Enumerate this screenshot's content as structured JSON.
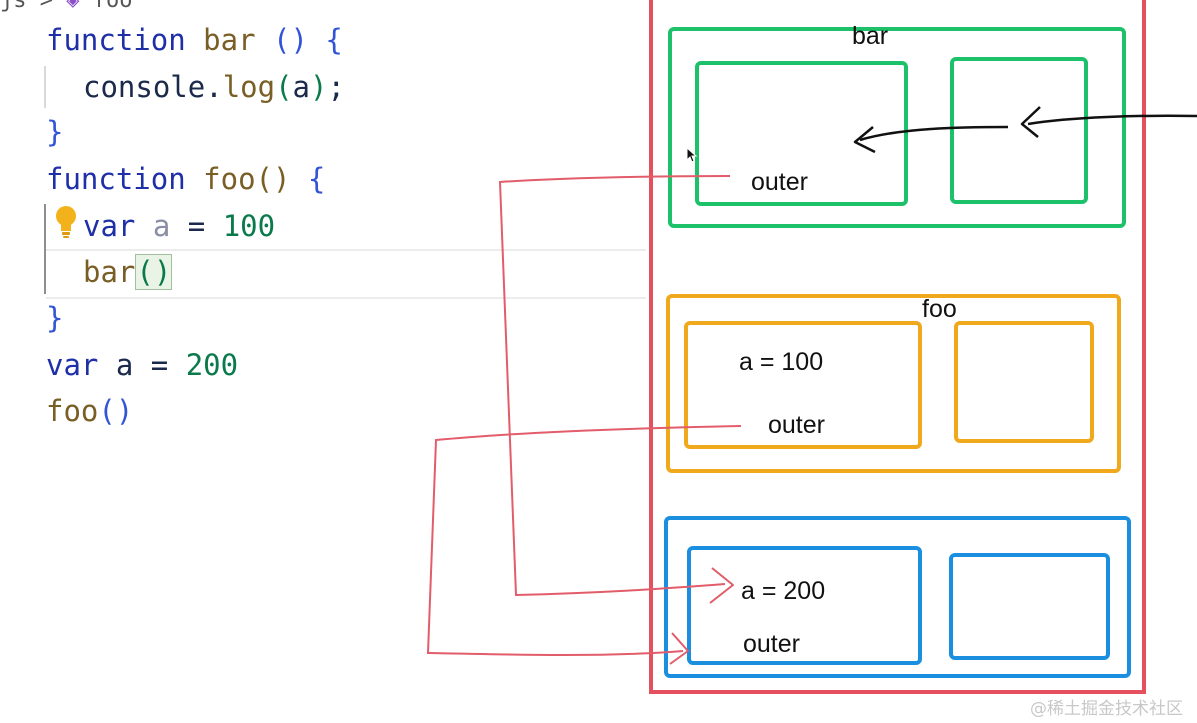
{
  "editor": {
    "breadcrumb": {
      "file": "js",
      "separator": ">",
      "symbol": "foo"
    },
    "lines": [
      {
        "kw": "function",
        "name": "bar",
        "rest": " () {"
      },
      {
        "obj": "console",
        "dot": ".",
        "method": "log",
        "open": "(",
        "arg": "a",
        "close": ")",
        "semi": ";"
      },
      {
        "brace": "}"
      },
      {
        "kw": "function",
        "name": "foo",
        "paren": "()",
        "rest": " {"
      },
      {
        "kw": "var",
        "ident": "a",
        "eq": " = ",
        "num": "100"
      },
      {
        "call": "bar",
        "paren": "()"
      },
      {
        "brace": "}"
      },
      {
        "kw": "var",
        "ident": "a",
        "eq": " = ",
        "num": "200"
      },
      {
        "call": "foo",
        "paren": "()"
      }
    ]
  },
  "diagram": {
    "bar": {
      "title": "bar",
      "outer_label": "outer",
      "color": "#1cc16a"
    },
    "foo": {
      "title": "foo",
      "value_label": "a = 100",
      "outer_label": "outer",
      "color": "#f0a81c"
    },
    "global": {
      "value_label": "a = 200",
      "outer_label": "outer",
      "color": "#1a8fe0"
    },
    "stack_color": "#e5505e",
    "arrow_color": "#e25c6a"
  },
  "watermark": "@稀土掘金技术社区"
}
